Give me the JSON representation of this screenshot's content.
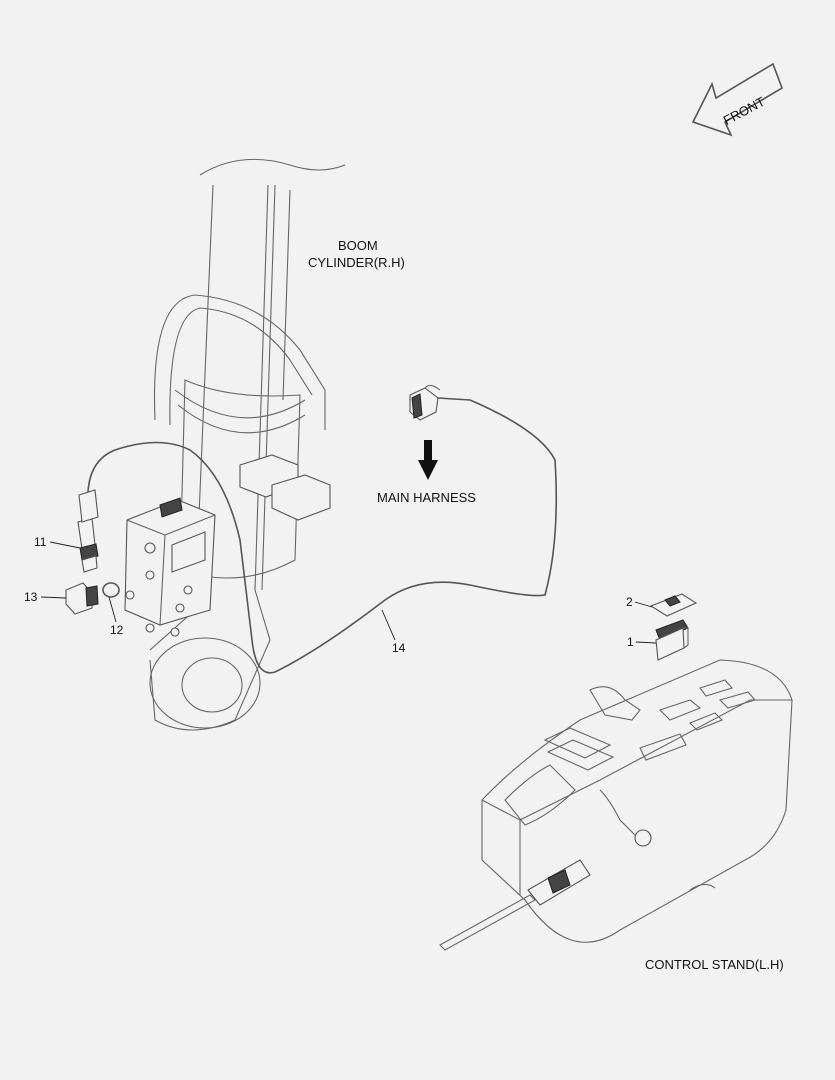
{
  "labels": {
    "front": "FRONT",
    "boom_line1": "BOOM",
    "boom_line2": "CYLINDER(R.H)",
    "main_harness": "MAIN HARNESS",
    "control_stand": "CONTROL STAND(L.H)"
  },
  "callouts": {
    "c1": "1",
    "c2": "2",
    "c11": "11",
    "c12": "12",
    "c13": "13",
    "c14": "14"
  }
}
